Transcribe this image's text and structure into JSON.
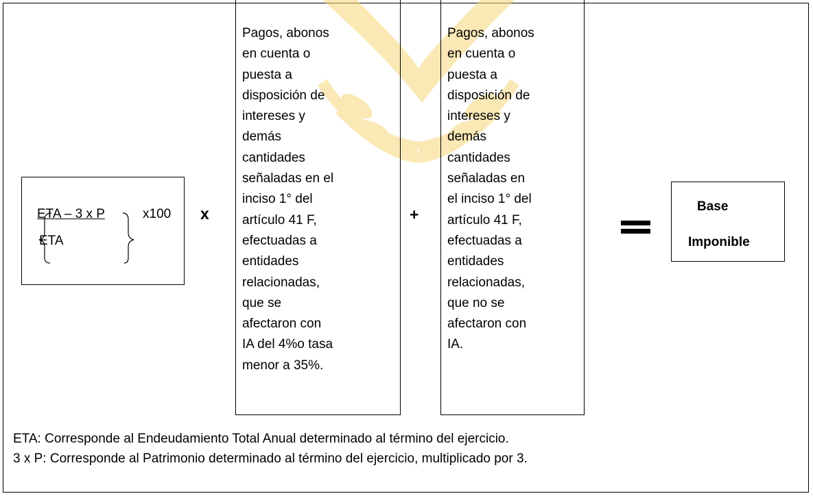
{
  "formula": {
    "numerator": "ETA – 3 x P",
    "denominator": "ETA",
    "multiplier": "x100"
  },
  "operators": {
    "times": "x",
    "plus": "+"
  },
  "left_box": {
    "lines": [
      "Pagos, abonos",
      "en cuenta o",
      "puesta a",
      "disposición de",
      "intereses y",
      "demás",
      "cantidades",
      "señaladas en el",
      "inciso 1° del",
      "artículo 41 F,",
      "efectuadas a",
      "entidades",
      "relacionadas,",
      "que se",
      "afectaron con",
      "IA del 4%o tasa",
      "menor a 35%."
    ]
  },
  "right_box": {
    "lines": [
      "Pagos, abonos",
      "en cuenta o",
      "puesta a",
      "disposición de",
      "intereses y",
      "demás",
      "cantidades",
      "señaladas en",
      "el inciso 1° del",
      "artículo 41 F,",
      "efectuadas a",
      "entidades",
      "relacionadas,",
      "que no se",
      "afectaron con",
      "IA."
    ]
  },
  "result": {
    "line1": "Base",
    "line2": "Imponible"
  },
  "footnotes": [
    "ETA: Corresponde al Endeudamiento Total Anual determinado al término del ejercicio.",
    "3 x P: Corresponde al Patrimonio determinado al término del ejercicio, multiplicado por 3."
  ],
  "watermark": {
    "color": "#f5c842",
    "icon": "university-crest-watermark"
  }
}
